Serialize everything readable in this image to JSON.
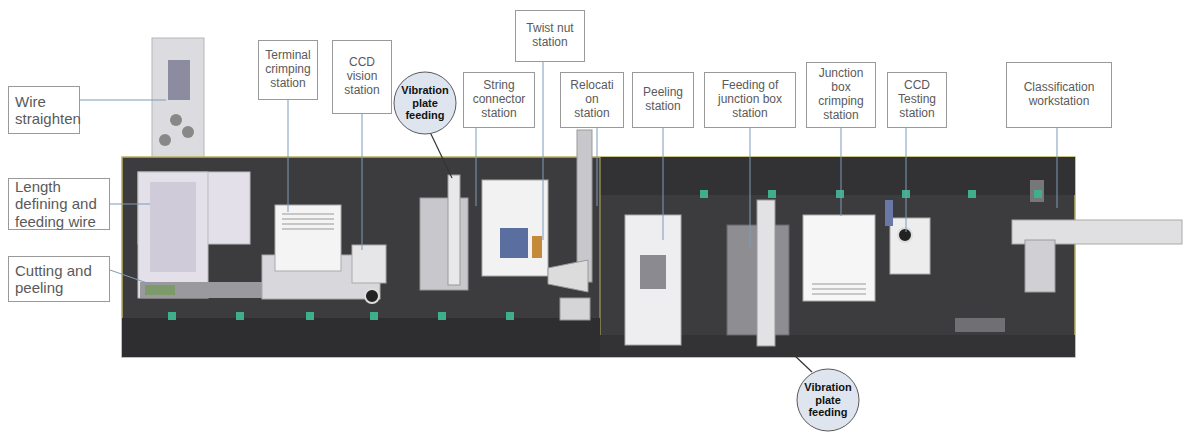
{
  "diagram": {
    "nodes": [
      {
        "text": [
          "Wire straighten"
        ]
      },
      {
        "text": [
          "Length defining and feeding wire"
        ]
      },
      {
        "text": [
          "Cutting and peeling"
        ]
      },
      {
        "text": [
          "Terminal crimping station"
        ]
      },
      {
        "text": [
          "CCD vision station"
        ]
      },
      {
        "text": [
          "Vibration plate feeding"
        ]
      },
      {
        "text": [
          "String connector station"
        ]
      },
      {
        "text": [
          "Twist nut station"
        ]
      },
      {
        "text": [
          "Relocati on station"
        ]
      },
      {
        "text": [
          "Peeling station"
        ]
      },
      {
        "text": [
          "Feeding of junction box station"
        ]
      },
      {
        "text": [
          "Junction box crimping station"
        ]
      },
      {
        "text": [
          "CCD Testing station"
        ]
      },
      {
        "text": [
          "Classification workstation"
        ]
      },
      {
        "text": [
          "Vibration plate feeding"
        ]
      }
    ]
  }
}
